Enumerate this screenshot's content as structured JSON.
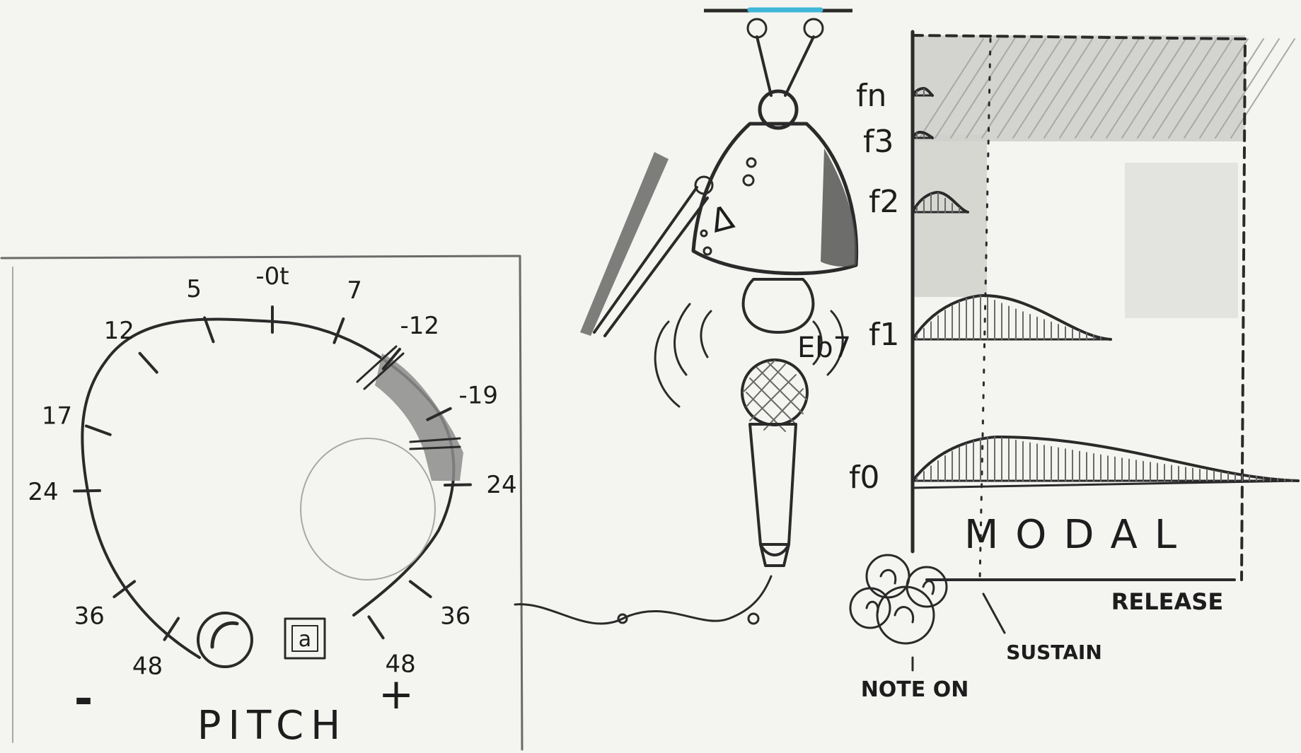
{
  "colors": {
    "paper": "#f4f4f0",
    "pencil": "#2a2a2a",
    "shade": "#9a9a9a",
    "hook_blue": "#3fb7d6"
  },
  "pitch_panel": {
    "ticks": [
      {
        "label": "5",
        "angle": -20
      },
      {
        "label": "-0t",
        "angle": 0
      },
      {
        "label": "7",
        "angle": 21
      },
      {
        "label": "12",
        "angle": -42
      },
      {
        "label": "-12",
        "angle": 40
      },
      {
        "label": "17",
        "angle": -70
      },
      {
        "label": "-19",
        "angle": 64
      },
      {
        "label": "24",
        "angle": -91
      },
      {
        "label": "24",
        "angle": 89
      },
      {
        "label": "36",
        "angle": 127
      },
      {
        "label": "36",
        "angle": -127
      },
      {
        "label": "48",
        "angle": 146
      },
      {
        "label": "48",
        "angle": -147
      }
    ],
    "minus_label": "-",
    "plus_label": "+",
    "title": "PITCH",
    "button_glyph": "a"
  },
  "bell": {
    "note_label": "Eb7",
    "triangle_glyph": "Δ"
  },
  "modal_panel": {
    "partials": [
      "fn",
      "f3",
      "f2",
      "f1",
      "f0"
    ],
    "title": "MODAL",
    "release_label": "RELEASE",
    "sustain_label": "SUSTAIN",
    "note_on_label": "NOTE ON"
  }
}
